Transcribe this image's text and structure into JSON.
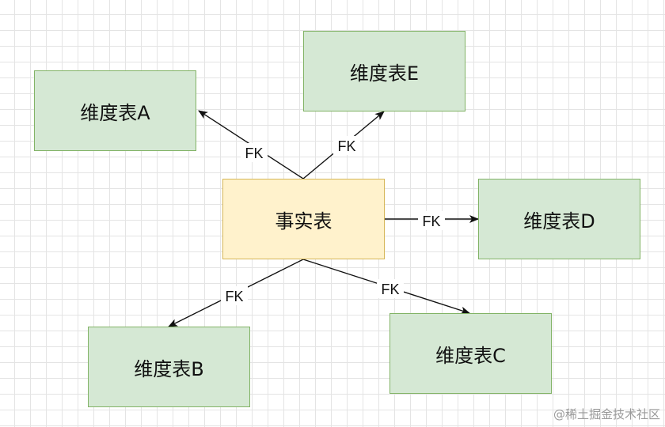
{
  "diagram": {
    "nodes": {
      "fact": {
        "label": "事实表"
      },
      "dimA": {
        "label": "维度表A"
      },
      "dimB": {
        "label": "维度表B"
      },
      "dimC": {
        "label": "维度表C"
      },
      "dimD": {
        "label": "维度表D"
      },
      "dimE": {
        "label": "维度表E"
      }
    },
    "edges": [
      {
        "from": "fact",
        "to": "dimA",
        "label": "FK"
      },
      {
        "from": "fact",
        "to": "dimE",
        "label": "FK"
      },
      {
        "from": "fact",
        "to": "dimD",
        "label": "FK"
      },
      {
        "from": "fact",
        "to": "dimB",
        "label": "FK"
      },
      {
        "from": "fact",
        "to": "dimC",
        "label": "FK"
      }
    ],
    "colors": {
      "dimension_fill": "#d5e8d4",
      "dimension_border": "#82b366",
      "fact_fill": "#fff2cc",
      "fact_border": "#d6b656",
      "edge": "#111111"
    }
  },
  "watermark": "@稀土掘金技术社区"
}
